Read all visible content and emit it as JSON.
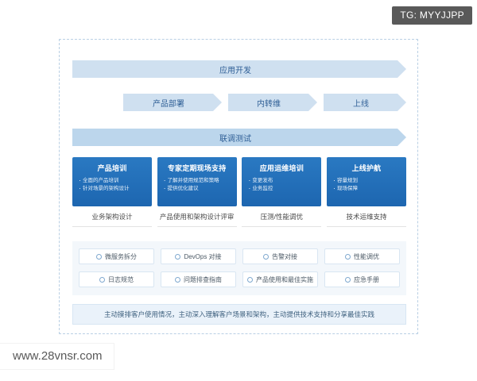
{
  "badge": {
    "text": "TG: MYYJJPP"
  },
  "watermark": {
    "text": "www.28vnsr.com"
  },
  "diagram": {
    "phase_rows": [
      {
        "arrows": [
          {
            "label": "应用开发"
          }
        ]
      },
      {
        "arrows": [
          {
            "label": "产品部署"
          },
          {
            "label": "内转维"
          },
          {
            "label": "上线"
          }
        ]
      },
      {
        "arrows": [
          {
            "label": "联调测试"
          }
        ]
      }
    ],
    "cards": [
      {
        "title": "产品培训",
        "bullets": [
          "全面的产品培训",
          "针对场景的架构设计"
        ],
        "caption": "业务架构设计"
      },
      {
        "title": "专家定期现场支持",
        "bullets": [
          "了解并使用规范和策略",
          "提供优化建议"
        ],
        "caption": "产品使用和架构设计评审"
      },
      {
        "title": "应用运维培训",
        "bullets": [
          "变更发布",
          "业务监控"
        ],
        "caption": "压测/性能调优"
      },
      {
        "title": "上线护航",
        "bullets": [
          "容量规划",
          "现场保障"
        ],
        "caption": "技术运维支持"
      }
    ],
    "pills": [
      {
        "label": "微服务拆分"
      },
      {
        "label": "DevOps 对接"
      },
      {
        "label": "告警对接"
      },
      {
        "label": "性能调优"
      },
      {
        "label": "日志规范"
      },
      {
        "label": "问题排查指南"
      },
      {
        "label": "产品使用和最佳实施"
      },
      {
        "label": "应急手册"
      }
    ],
    "bottom_banner": {
      "text": "主动摸排客户使用情况，主动深入理解客户场景和架构，主动提供技术支持和分享最佳实践"
    }
  }
}
